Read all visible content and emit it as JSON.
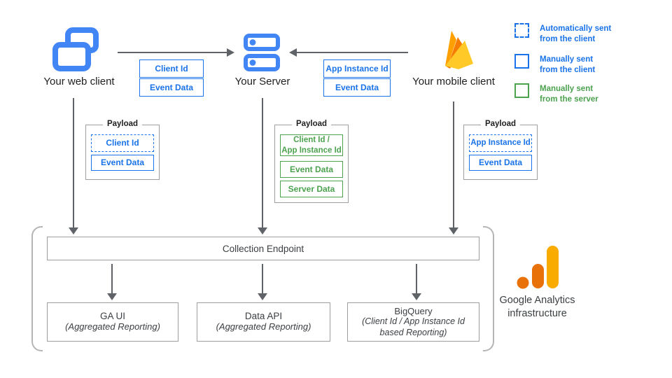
{
  "colors": {
    "blue": "#1a73e8",
    "green": "#4ca24f",
    "icon_blue": "#4285f4",
    "arrow": "#5f6368",
    "firebase_yellow": "#ffca28",
    "firebase_orange": "#ffa000",
    "firebase_deep_orange": "#f57c00",
    "ga_amber": "#f9ab00",
    "ga_orange": "#e8710a"
  },
  "nodes": {
    "web": {
      "label": "Your web client"
    },
    "server": {
      "label": "Your Server"
    },
    "mobile": {
      "label": "Your mobile client"
    }
  },
  "flow_tags": {
    "web_to_server": [
      "Client Id",
      "Event Data"
    ],
    "mobile_to_server": [
      "App Instance Id",
      "Event Data"
    ]
  },
  "legend": {
    "items": [
      {
        "label": "Automatically sent\nfrom the client",
        "style": "dashed-blue"
      },
      {
        "label": "Manually sent\nfrom the client",
        "style": "solid-blue"
      },
      {
        "label": "Manually sent\nfrom the server",
        "style": "solid-green"
      }
    ]
  },
  "payloads": {
    "web": {
      "title": "Payload",
      "items": [
        "Client Id",
        "Event Data"
      ]
    },
    "server": {
      "title": "Payload",
      "items": [
        "Client Id /\nApp Instance Id",
        "Event Data",
        "Server Data"
      ]
    },
    "mobile": {
      "title": "Payload",
      "items": [
        "App Instance Id",
        "Event Data"
      ]
    }
  },
  "infrastructure": {
    "collection_endpoint": "Collection Endpoint",
    "outputs": [
      {
        "title": "GA UI",
        "subtitle": "(Aggregated Reporting)"
      },
      {
        "title": "Data API",
        "subtitle": "(Aggregated Reporting)"
      },
      {
        "title": "BigQuery",
        "subtitle": "(Client Id / App Instance Id\nbased Reporting)"
      }
    ],
    "brand_label": "Google Analytics\ninfrastructure"
  }
}
